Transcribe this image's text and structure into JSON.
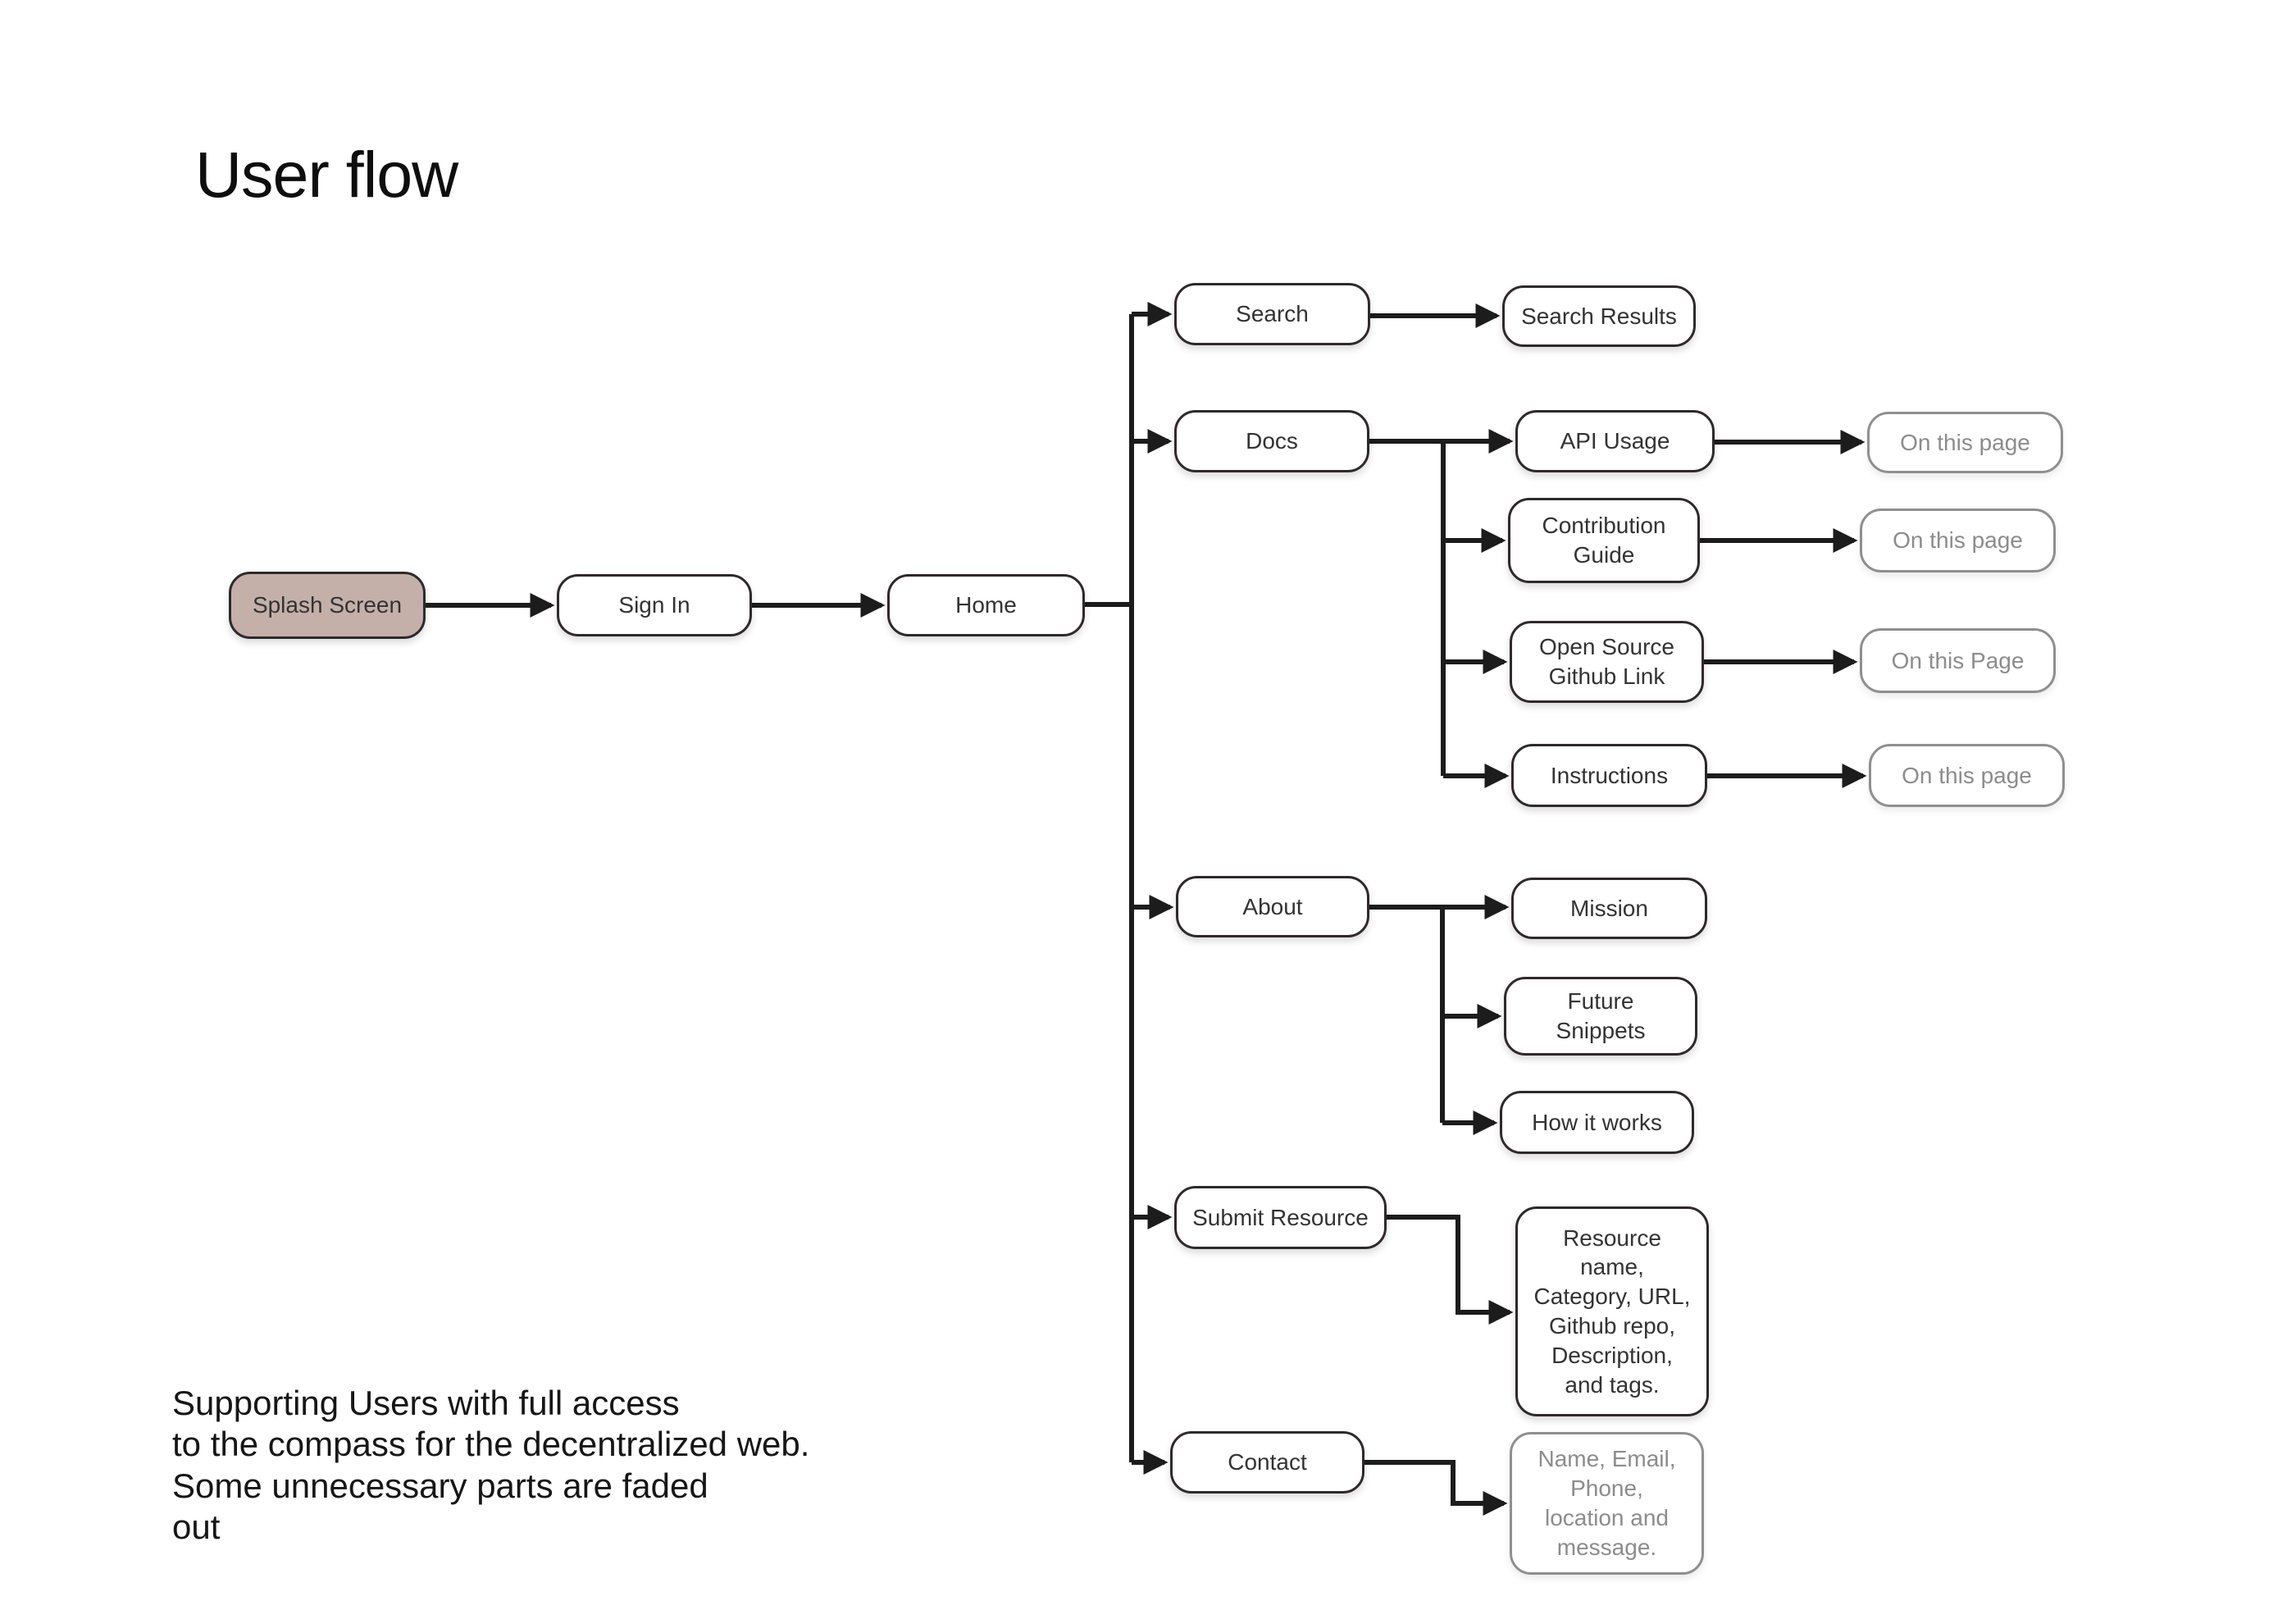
{
  "title": "User flow",
  "note": {
    "text": "Supporting Users with full access\nto the compass for the decentralized web.\nSome unnecessary parts are faded\nout"
  },
  "colors": {
    "background": "#ffffff",
    "node_border": "#2e292c",
    "node_fill": "#ffffff",
    "splash_fill": "#c4b0a9",
    "faded_border": "#8f8f8f",
    "faded_text": "#8c8c8c",
    "connector": "#1c1c1c",
    "text": "#333333",
    "title_text": "#0e0e0e"
  },
  "nodes": [
    {
      "id": "splash",
      "label": "Splash Screen",
      "variant": "filled"
    },
    {
      "id": "signin",
      "label": "Sign In",
      "variant": "normal"
    },
    {
      "id": "home",
      "label": "Home",
      "variant": "normal"
    },
    {
      "id": "search",
      "label": "Search",
      "variant": "normal"
    },
    {
      "id": "search_results",
      "label": "Search Results",
      "variant": "normal"
    },
    {
      "id": "docs",
      "label": "Docs",
      "variant": "normal"
    },
    {
      "id": "api_usage",
      "label": "API Usage",
      "variant": "normal"
    },
    {
      "id": "on_this_page_1",
      "label": "On this page",
      "variant": "faded"
    },
    {
      "id": "contribution_guide",
      "label": "Contribution\nGuide",
      "variant": "normal"
    },
    {
      "id": "on_this_page_2",
      "label": "On this page",
      "variant": "faded"
    },
    {
      "id": "open_source_github_link",
      "label": "Open Source\nGithub Link",
      "variant": "normal"
    },
    {
      "id": "on_this_page_3",
      "label": "On this Page",
      "variant": "faded"
    },
    {
      "id": "instructions",
      "label": "Instructions",
      "variant": "normal"
    },
    {
      "id": "on_this_page_4",
      "label": "On this page",
      "variant": "faded"
    },
    {
      "id": "about",
      "label": "About",
      "variant": "normal"
    },
    {
      "id": "mission",
      "label": "Mission",
      "variant": "normal"
    },
    {
      "id": "future_snippets",
      "label": "Future\nSnippets",
      "variant": "normal"
    },
    {
      "id": "how_it_works",
      "label": "How it works",
      "variant": "normal"
    },
    {
      "id": "submit_resource",
      "label": "Submit Resource",
      "variant": "normal"
    },
    {
      "id": "resource_fields",
      "label": "Resource\nname,\nCategory, URL,\nGithub repo,\nDescription,\nand tags.",
      "variant": "normal"
    },
    {
      "id": "contact",
      "label": "Contact",
      "variant": "normal"
    },
    {
      "id": "contact_fields",
      "label": "Name, Email,\nPhone,\nlocation and\nmessage.",
      "variant": "faded"
    }
  ],
  "edges": [
    {
      "from": "splash",
      "to": "signin"
    },
    {
      "from": "signin",
      "to": "home"
    },
    {
      "from": "home",
      "to": "search"
    },
    {
      "from": "home",
      "to": "docs"
    },
    {
      "from": "home",
      "to": "about"
    },
    {
      "from": "home",
      "to": "submit_resource"
    },
    {
      "from": "home",
      "to": "contact"
    },
    {
      "from": "search",
      "to": "search_results"
    },
    {
      "from": "docs",
      "to": "api_usage"
    },
    {
      "from": "docs",
      "to": "contribution_guide"
    },
    {
      "from": "docs",
      "to": "open_source_github_link"
    },
    {
      "from": "docs",
      "to": "instructions"
    },
    {
      "from": "api_usage",
      "to": "on_this_page_1"
    },
    {
      "from": "contribution_guide",
      "to": "on_this_page_2"
    },
    {
      "from": "open_source_github_link",
      "to": "on_this_page_3"
    },
    {
      "from": "instructions",
      "to": "on_this_page_4"
    },
    {
      "from": "about",
      "to": "mission"
    },
    {
      "from": "about",
      "to": "future_snippets"
    },
    {
      "from": "about",
      "to": "how_it_works"
    },
    {
      "from": "submit_resource",
      "to": "resource_fields"
    },
    {
      "from": "contact",
      "to": "contact_fields"
    }
  ]
}
